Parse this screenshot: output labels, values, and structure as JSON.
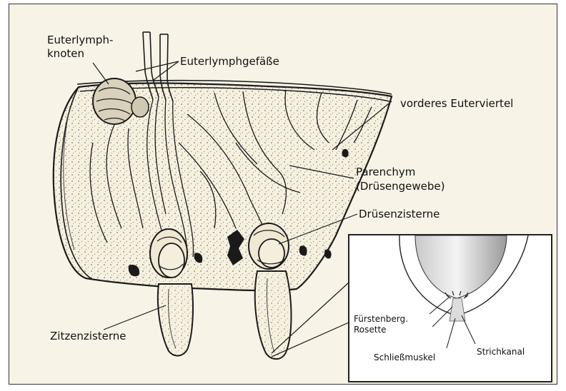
{
  "labels": {
    "lymph_nodes_line1": "Euterlymph-",
    "lymph_nodes_line2": "knoten",
    "lymph_vessels": "Euterlymphgefäße",
    "front_quarter": "vorderes Euterviertel",
    "parenchyma_line1": "Parenchym",
    "parenchyma_line2": "(Drüsengewebe)",
    "gland_cistern": "Drüsenzisterne",
    "teat_cistern": "Zitzenzisterne"
  },
  "inset": {
    "rosette_line1": "Fürstenberg.",
    "rosette_line2": "Rosette",
    "sphincter": "Schließmuskel",
    "teat_canal": "Strichkanal"
  },
  "colors": {
    "background": "#f7f3e6",
    "ink": "#1a1a1a",
    "frame": "#333333",
    "inset_background": "#ffffff"
  }
}
